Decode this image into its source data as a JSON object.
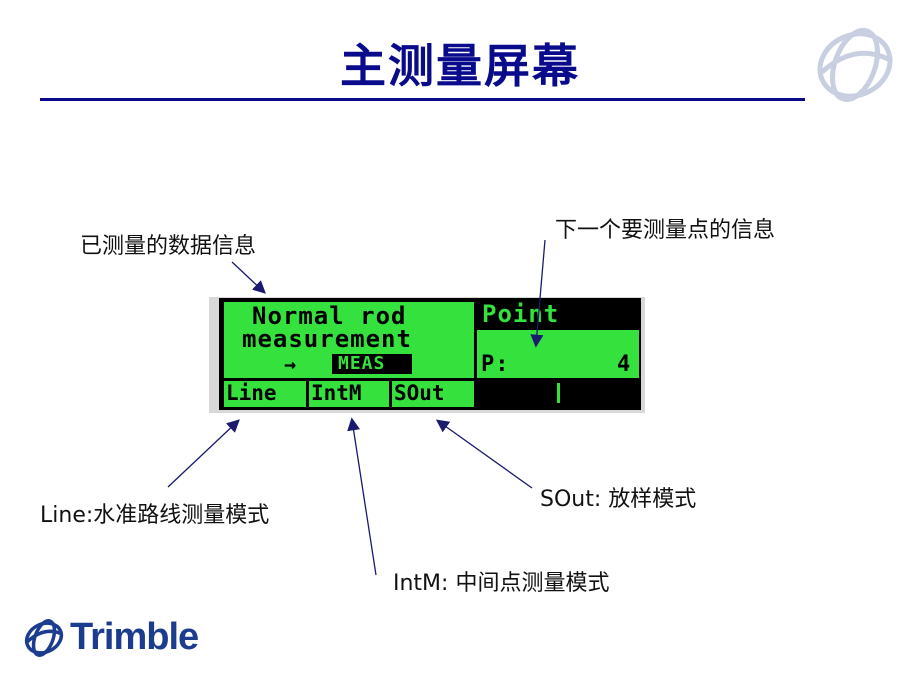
{
  "title": "主测量屏幕",
  "annotations": {
    "measured_info": "已测量的数据信息",
    "next_point_info": "下一个要测量点的信息",
    "line_mode": "Line:水准路线测量模式",
    "sout_mode": "SOut: 放样模式",
    "intm_mode": "IntM: 中间点测量模式"
  },
  "lcd": {
    "line1": "Normal rod",
    "line2": "measurement",
    "arrow": "→",
    "meas_label": "MEAS",
    "point_header": "Point",
    "p_label": "P:",
    "p_value": "4",
    "softkeys": [
      "Line",
      "IntM",
      "SOut",
      "",
      ""
    ]
  },
  "brand": {
    "logo_text": "Trimble",
    "logo_color": "#1c3d8f"
  },
  "colors": {
    "title": "#0a0a8c",
    "lcd_green": "#35e13c",
    "arrow_line": "#1a1a6e"
  }
}
